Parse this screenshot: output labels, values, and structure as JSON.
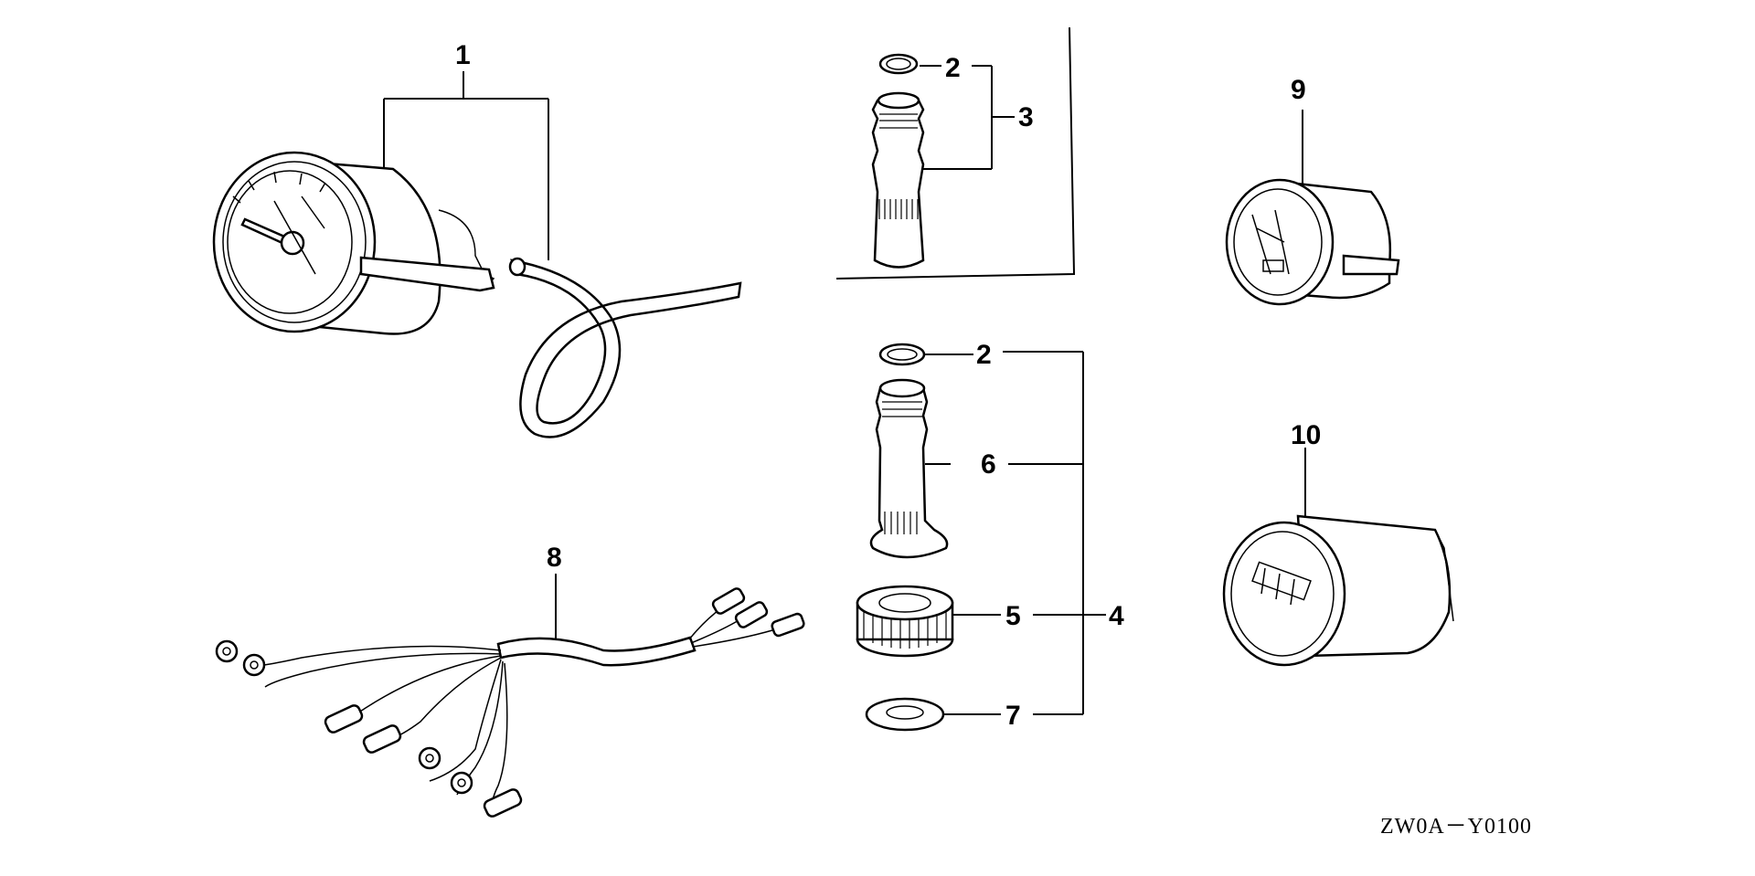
{
  "parts": [
    {
      "id": "part-1",
      "label": "1"
    },
    {
      "id": "part-2a",
      "label": "2"
    },
    {
      "id": "part-3",
      "label": "3"
    },
    {
      "id": "part-2b",
      "label": "2"
    },
    {
      "id": "part-6",
      "label": "6"
    },
    {
      "id": "part-5",
      "label": "5"
    },
    {
      "id": "part-4",
      "label": "4"
    },
    {
      "id": "part-7",
      "label": "7"
    },
    {
      "id": "part-8",
      "label": "8"
    },
    {
      "id": "part-9",
      "label": "9"
    },
    {
      "id": "part-10",
      "label": "10"
    }
  ],
  "diagram_code": "ZW0A－Y0100"
}
